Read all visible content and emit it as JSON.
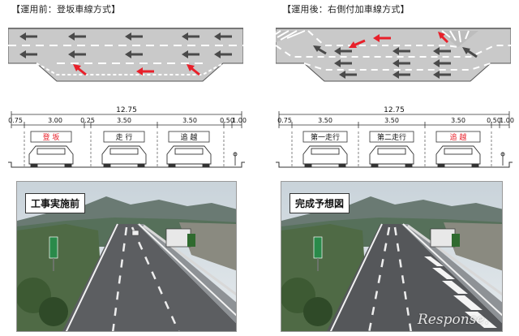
{
  "left": {
    "title": "【運用前：登坂車線方式】",
    "total_width": "12.75",
    "dims": [
      "0.75",
      "3.00",
      "0.25",
      "3.50",
      "3.50",
      "0.50",
      "1.00"
    ],
    "lanes": [
      "登 坂",
      "走 行",
      "追 越"
    ],
    "photo_label": "工事実施前"
  },
  "right": {
    "title": "【運用後：右側付加車線方式】",
    "total_width": "12.75",
    "dims": [
      "0.75",
      "3.50",
      "3.50",
      "3.50",
      "0.50",
      "1.00"
    ],
    "lanes": [
      "第一走行",
      "第二走行",
      "追 越"
    ],
    "photo_label": "完成予想図"
  },
  "watermark": "Response.",
  "colors": {
    "road": "#c8c8c8",
    "arrow_dark": "#4a4a4a",
    "arrow_red": "#e8202a",
    "lane_text_red": "#e8202a"
  }
}
